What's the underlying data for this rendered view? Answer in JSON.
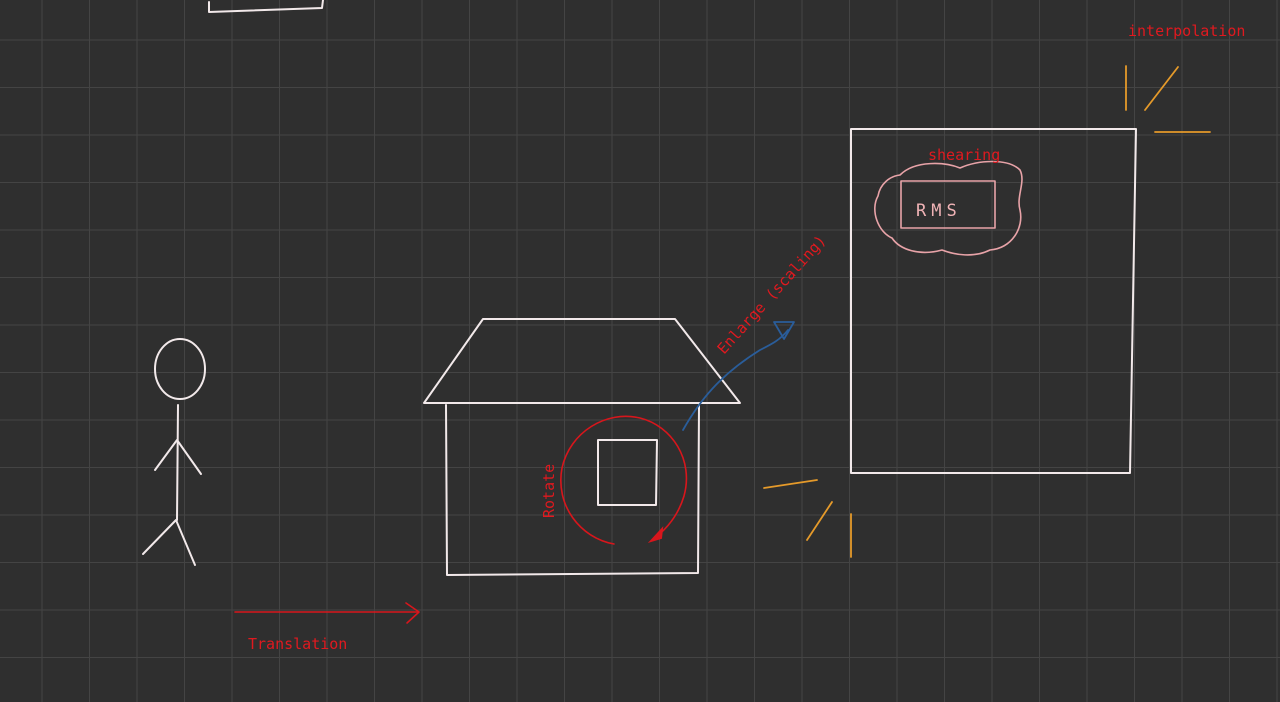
{
  "labels": {
    "interpolation": "interpolation",
    "shearing": "shearing",
    "rms": "RMS",
    "enlarge": "Enlarge (scaling)",
    "rotate": "Rotate",
    "translation": "Translation"
  },
  "colors": {
    "background": "#2f2f2f",
    "grid": "#444444",
    "white_ink": "#f2e9ea",
    "red_ink": "#d8161c",
    "pink_ink": "#e8a3a8",
    "blue_ink": "#2a5d9a",
    "orange_ink": "#e59a2a"
  }
}
